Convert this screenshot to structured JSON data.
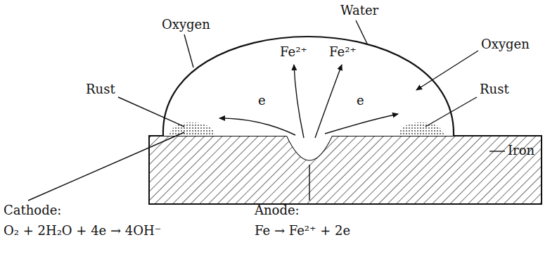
{
  "diagram": {
    "labels": [
      "Oxygen",
      "Water",
      "Fe²⁺",
      "Fe²⁺",
      "Oxygen",
      "Rust",
      "e",
      "e",
      "Rust",
      "Iron",
      "Cathode:",
      "O₂ + 2H₂O + 4e → 4OH⁻",
      "Anode:",
      "Fe → Fe²⁺ + 2e"
    ]
  }
}
